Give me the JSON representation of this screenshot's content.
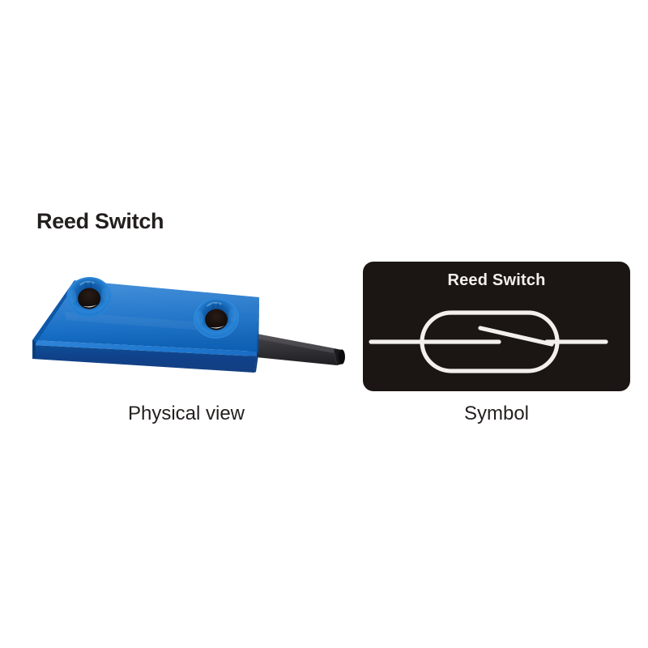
{
  "page": {
    "title": "Reed Switch",
    "background_color": "#ffffff"
  },
  "figures": {
    "physical": {
      "caption": "Physical view",
      "device_label": "reed-switch-sensor",
      "body_color": "#0a6cc8",
      "body_shadow_color": "#0f3c78",
      "cable_color": "#333333",
      "hole_count": 2
    },
    "symbol": {
      "caption": "Symbol",
      "panel_title": "Reed Switch",
      "panel_color": "#1b1513",
      "line_color": "#f2efed"
    }
  }
}
